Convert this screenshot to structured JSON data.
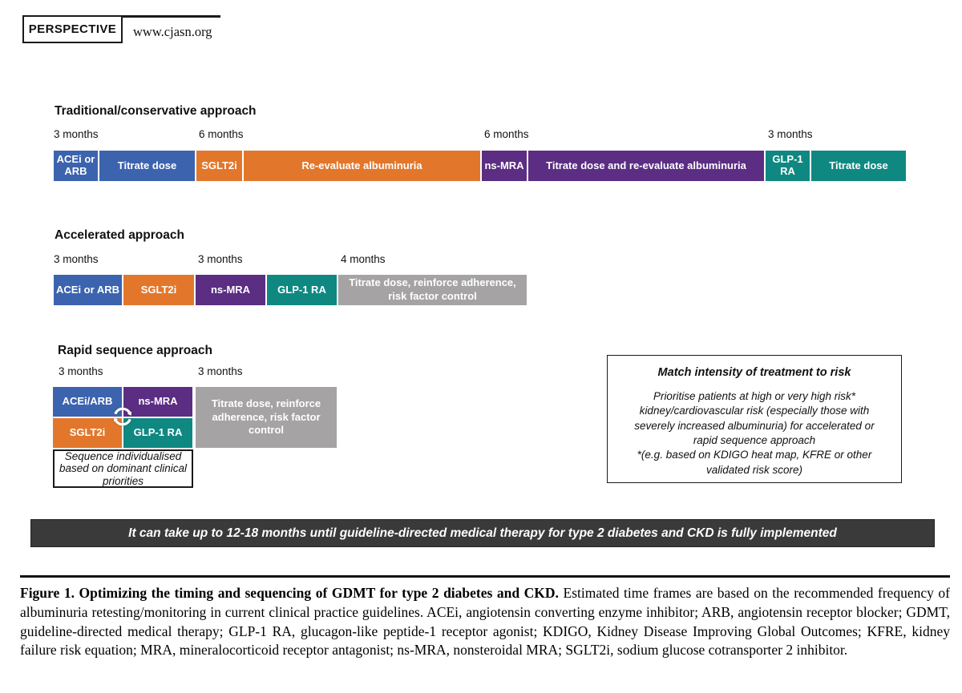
{
  "journal_header": {
    "category": "PERSPECTIVE",
    "url": "www.cjasn.org"
  },
  "colors": {
    "blue": "#3C63AE",
    "orange": "#E2772C",
    "purple": "#5B2D83",
    "teal": "#0F8882",
    "gray": "#A5A3A4",
    "banner_bg": "#3A3A3A",
    "banner_text": "#FFFFFF"
  },
  "traditional": {
    "title": "Traditional/conservative approach",
    "durations": [
      "3 months",
      "6 months",
      "6 months",
      "3 months"
    ],
    "blocks": [
      "ACEi or ARB",
      "Titrate dose",
      "SGLT2i",
      "Re-evaluate albuminuria",
      "ns-MRA",
      "Titrate dose and re-evaluate albuminuria",
      "GLP-1 RA",
      "Titrate dose"
    ]
  },
  "accelerated": {
    "title": "Accelerated approach",
    "durations": [
      "3 months",
      "3 months",
      "4 months"
    ],
    "blocks": [
      "ACEi or ARB",
      "SGLT2i",
      "ns-MRA",
      "GLP-1 RA",
      "Titrate dose, reinforce adherence, risk factor control"
    ]
  },
  "rapid": {
    "title": "Rapid sequence approach",
    "durations": [
      "3 months",
      "3 months"
    ],
    "blocks": [
      "ACEi/ARB",
      "ns-MRA",
      "SGLT2i",
      "GLP-1 RA",
      "Titrate dose, reinforce adherence, risk factor control"
    ],
    "note": "Sequence individualised\nbased on dominant clinical\npriorities",
    "cycle_icon": "cycle-arrows"
  },
  "risk_box": {
    "title": "Match intensity of treatment to risk",
    "body": "Prioritise patients at high or very high risk*\nkidney/cardiovascular risk (especially those with\nseverely increased albuminuria) for accelerated or\nrapid sequence approach\n*(e.g. based on KDIGO heat map, KFRE or other\nvalidated risk score)"
  },
  "banner": {
    "text": "It can take up to 12-18 months until guideline-directed medical therapy for type 2 diabetes and CKD is fully implemented"
  },
  "caption": {
    "lead": "Figure 1. Optimizing the timing and sequencing of GDMT for type 2 diabetes and CKD.",
    "body": " Estimated time frames are based on the recommended frequency of albuminuria retesting/monitoring in current clinical practice guidelines. ACEi, angiotensin converting enzyme inhibitor; ARB, angiotensin receptor blocker; GDMT, guideline-directed medical therapy; GLP-1 RA, glucagon-like peptide-1 receptor agonist; KDIGO, Kidney Disease Improving Global Outcomes; KFRE, kidney failure risk equation; MRA, mineralocorticoid receptor antagonist; ns-MRA, nonsteroidal MRA; SGLT2i, sodium glucose cotransporter 2 inhibitor."
  }
}
